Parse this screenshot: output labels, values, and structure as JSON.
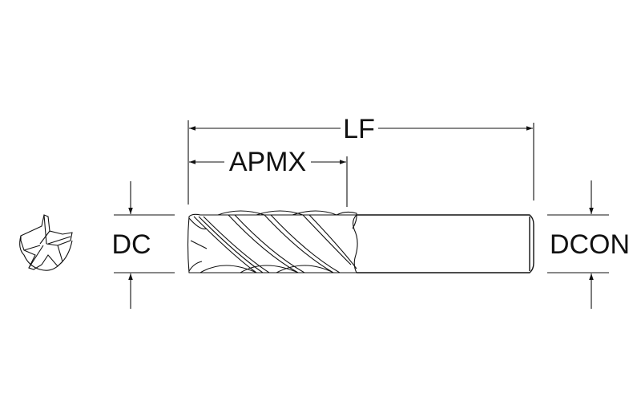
{
  "labels": {
    "overall_length": "LF",
    "max_cut_depth": "APMX",
    "cutting_diameter": "DC",
    "connection_diameter": "DCON"
  },
  "colors": {
    "line": "#111111",
    "background": "#ffffff"
  }
}
